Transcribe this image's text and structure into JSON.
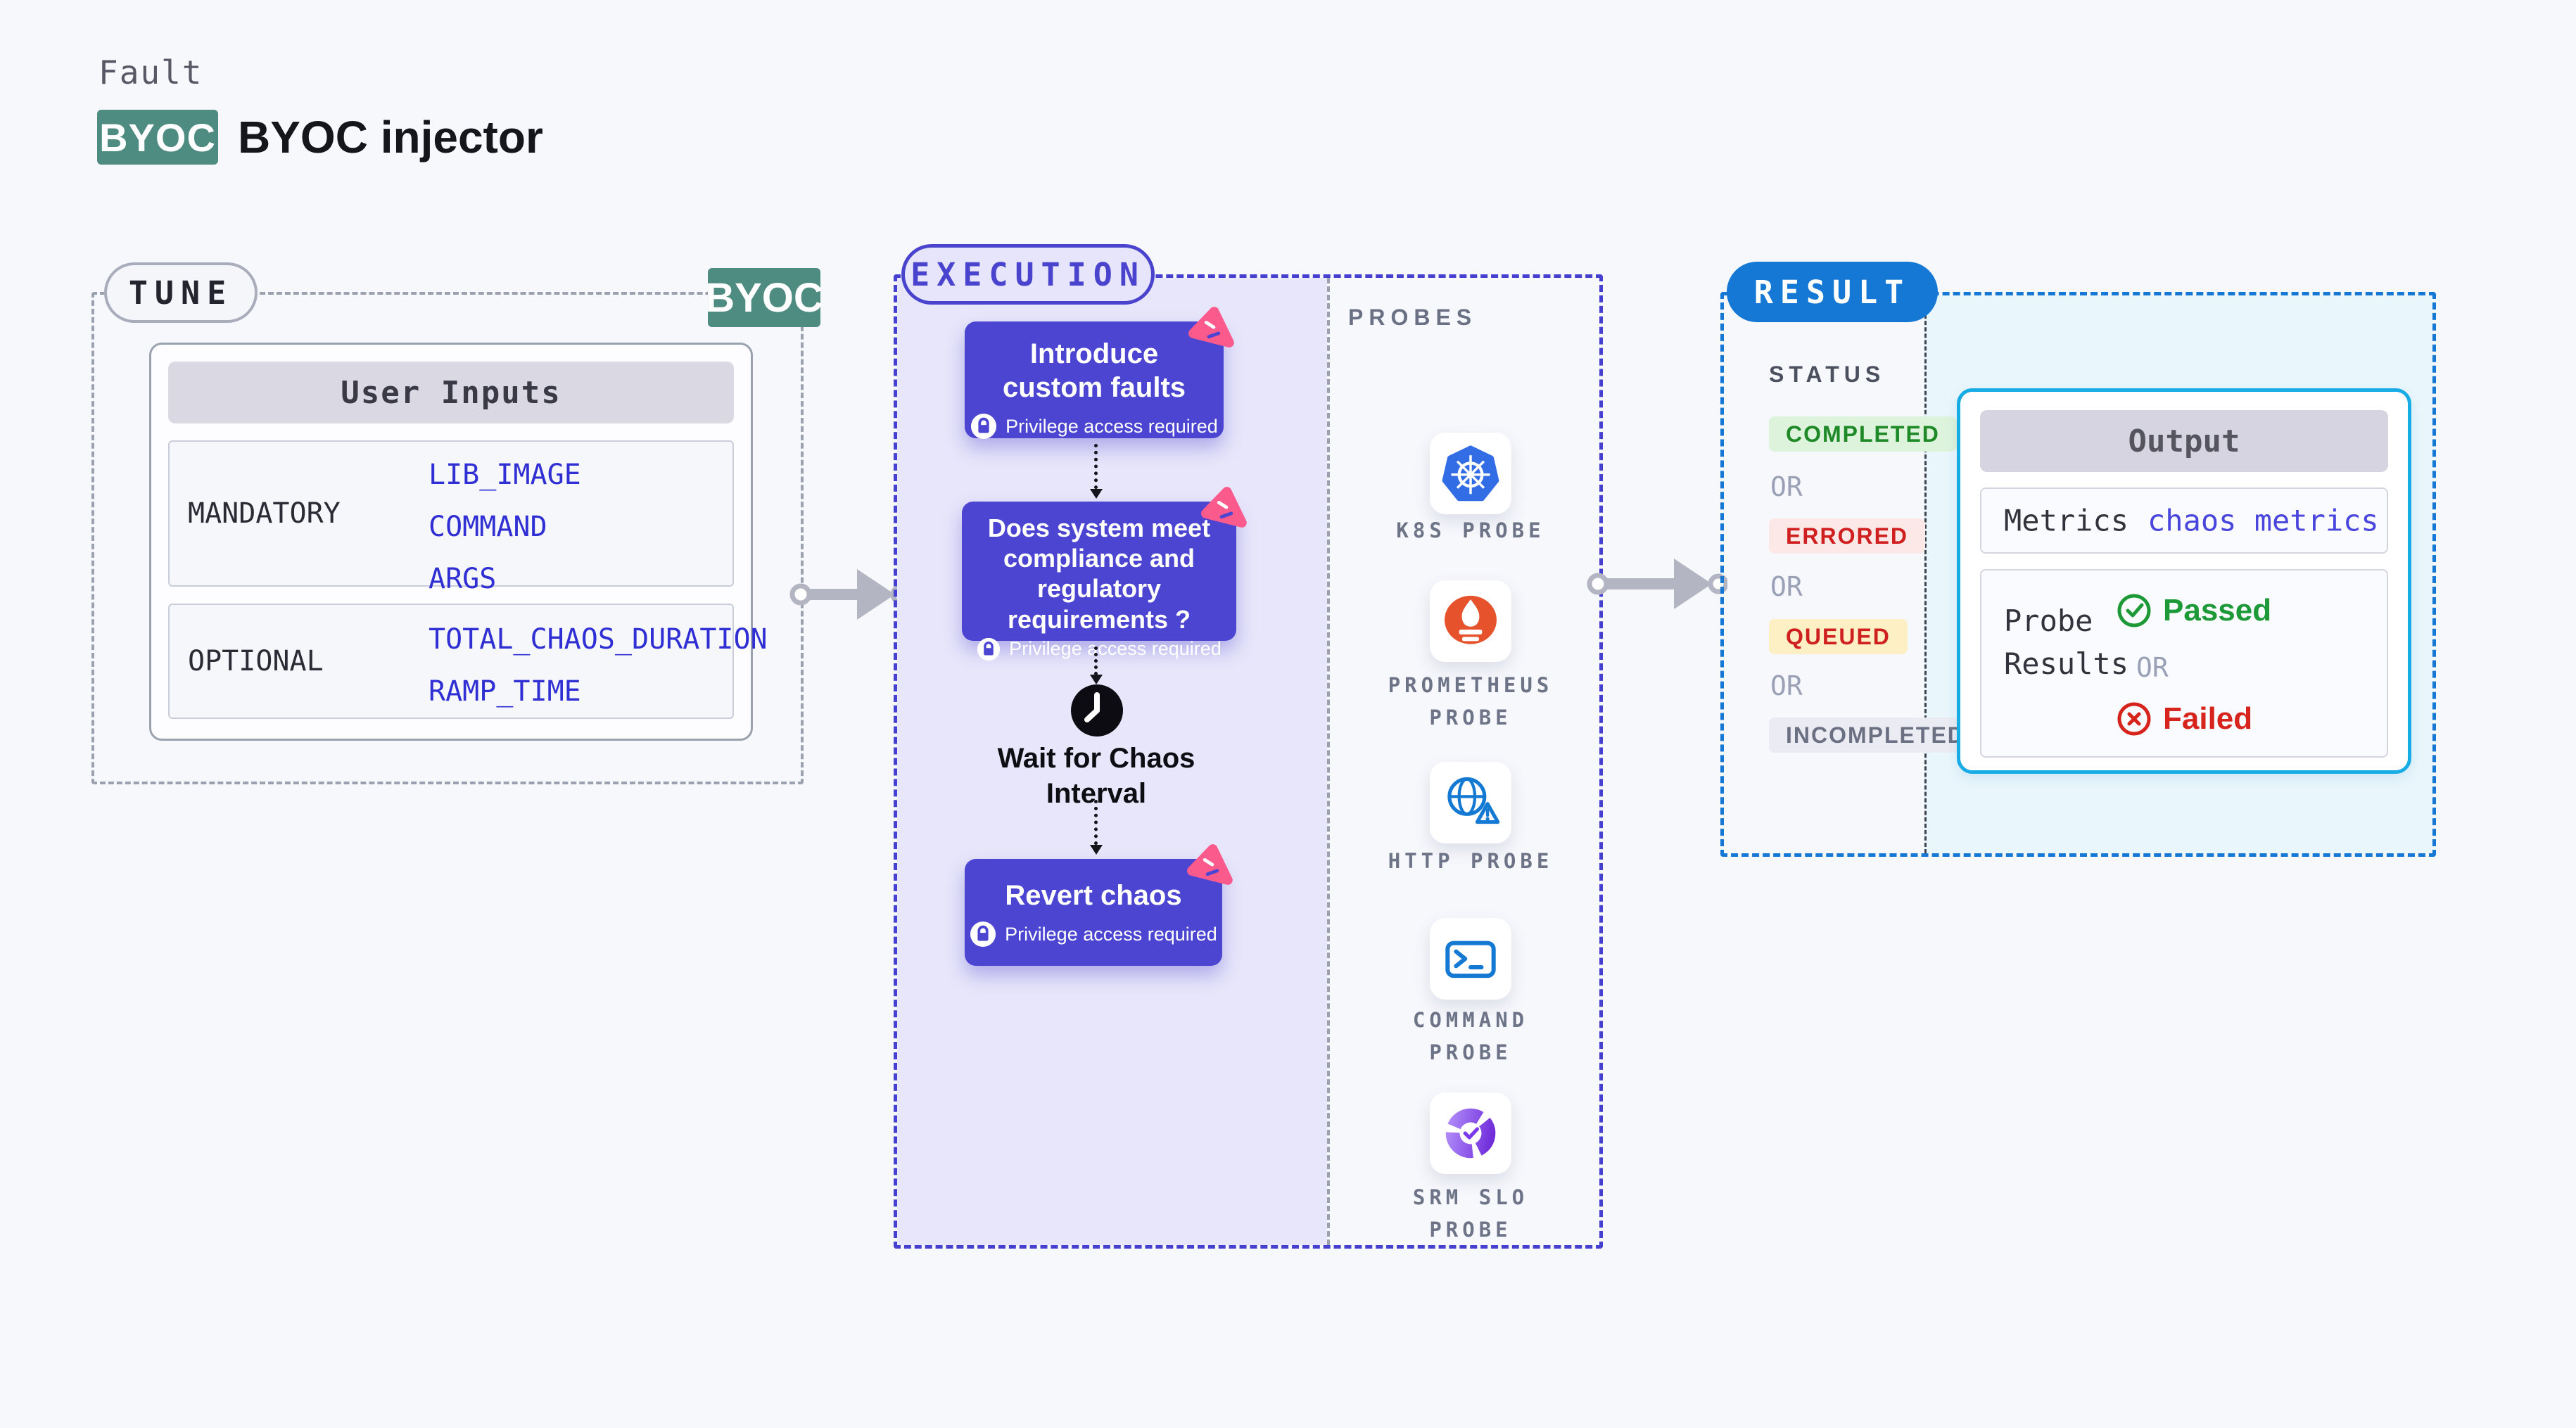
{
  "colors": {
    "page_bg": "#f7f8fc",
    "teal_badge": "#4e8b81",
    "node_indigo": "#4c45d2",
    "execution_dash": "#4540cf",
    "tune_dash": "#9ba1ae",
    "result_blue": "#1478d4",
    "output_cyan_border": "#18ace6",
    "input_value_blue": "#2f2fd3",
    "metrics_link_indigo": "#4946dd",
    "passed_green": "#1d9a37",
    "failed_red": "#d6231c",
    "chaos_logo_pink": "#fa5a8c"
  },
  "header": {
    "kicker": "Fault",
    "byoc_badge": "BYOC",
    "title": "BYOC injector"
  },
  "tune": {
    "pill": "TUNE",
    "corner_badge": "BYOC",
    "user_inputs": {
      "header": "User Inputs",
      "mandatory_label": "MANDATORY",
      "mandatory_values": [
        "LIB_IMAGE",
        "COMMAND",
        "ARGS"
      ],
      "optional_label": "OPTIONAL",
      "optional_values": [
        "TOTAL_CHAOS_DURATION",
        "RAMP_TIME"
      ]
    }
  },
  "execution": {
    "pill": "EXECUTION",
    "privilege_note": "Privilege access required",
    "step_introduce": "Introduce custom faults",
    "step_compliance": "Does system meet compliance and regulatory requirements ?",
    "wait_label": "Wait for Chaos Interval",
    "step_revert": "Revert chaos"
  },
  "probes": {
    "heading": "PROBES",
    "items": [
      {
        "icon": "kubernetes-icon",
        "label": "K8S PROBE"
      },
      {
        "icon": "prometheus-icon",
        "label": "PROMETHEUS PROBE"
      },
      {
        "icon": "http-globe-icon",
        "label": "HTTP PROBE"
      },
      {
        "icon": "terminal-icon",
        "label": "COMMAND PROBE"
      },
      {
        "icon": "slo-donut-icon",
        "label": "SRM SLO PROBE"
      }
    ]
  },
  "result": {
    "pill": "RESULT",
    "status_heading": "STATUS",
    "or_label": "OR",
    "statuses": [
      {
        "label": "COMPLETED",
        "text_color": "#1d8a27",
        "bg_color": "#def3dc"
      },
      {
        "label": "ERRORED",
        "text_color": "#cf1f1f",
        "bg_color": "#fbe8e7"
      },
      {
        "label": "QUEUED",
        "text_color": "#cf1f1f",
        "bg_color": "#fcf0c4"
      },
      {
        "label": "INCOMPLETED",
        "text_color": "#6b7083",
        "bg_color": "#ebecf3"
      }
    ],
    "output": {
      "header": "Output",
      "metrics_label": "Metrics",
      "metrics_link": "chaos metrics",
      "probe_results_label": "Probe Results",
      "passed_label": "Passed",
      "or_label": "OR",
      "failed_label": "Failed"
    }
  }
}
